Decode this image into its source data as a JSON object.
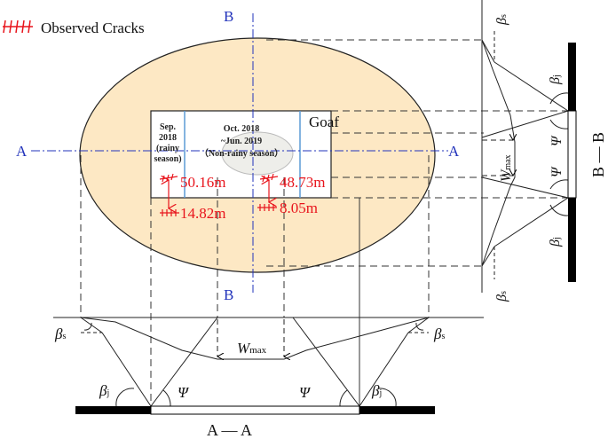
{
  "legend": {
    "label": "Observed Cracks",
    "color": "#e8141c"
  },
  "colors": {
    "goaf_fill": "#fde8c4",
    "section_line": "#2233bb",
    "crack": "#e8141c",
    "panel_divider": "#5b9bd5"
  },
  "sections": {
    "a_left": "A",
    "a_right": "A",
    "b_top": "B",
    "b_bottom": "B",
    "aa_caption": "A — A",
    "bb_caption": "B — B"
  },
  "goaf": {
    "label": "Goaf",
    "panel1": [
      "Sep.",
      "2018",
      "(rainy",
      "season)"
    ],
    "panel2": [
      "Oct. 2018",
      "~Jun. 2019",
      "（Non-rainy season）"
    ]
  },
  "cracks": {
    "c1": "50.16m",
    "c2": "14.82m",
    "c3": "48.73m",
    "c4": "8.05m"
  },
  "symbols": {
    "beta_s": "β",
    "beta_s_sub": "s",
    "beta_j": "β",
    "beta_j_sub": "j",
    "psi": "Ψ",
    "w": "W",
    "w_sub": "max"
  }
}
